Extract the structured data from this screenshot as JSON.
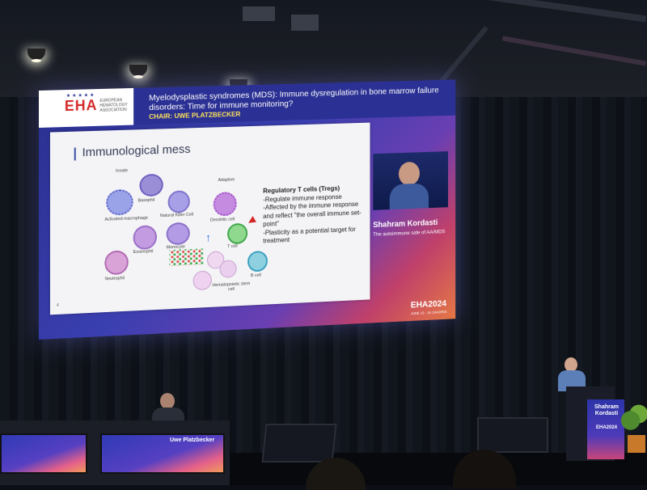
{
  "screen": {
    "logo": "EHA",
    "logo_sub": "EUROPEAN HEMATOLOGY ASSOCIATION",
    "title": "Myelodysplastic syndromes (MDS): Immune dysregulation in bone marrow failure disorders: Time for immune monitoring?",
    "chair": "CHAIR: UWE PLATZBECKER",
    "speaker_name": "Shahram Kordasti",
    "speaker_talk": "The autoimmune side of AA/MDS",
    "event": "EHA2024",
    "event_dates": "JUNE 13 - 16 | MADRID"
  },
  "slide": {
    "title": "Immunological mess",
    "labels": {
      "innate": "Innate",
      "adaptive": "Adaptive",
      "basophil": "Basophil",
      "nk": "Natural Killer Cell",
      "macrophage": "Activated macrophage",
      "dendritic": "Dendritic cell",
      "eosinophil": "Eosinophil",
      "monocyte": "Monocyte",
      "tcell": "T cell",
      "neutrophil": "Neutrophil",
      "bcell": "B cell",
      "stem": "Hematopoietic stem cell"
    },
    "treg_heading": "Regulatory T cells (Tregs)",
    "treg_lines": [
      "-Regulate immune response",
      "-Affected by the immune response and reflect \"the overall immune set-point\"",
      "-Plasticity as a potential target for treatment"
    ],
    "page_number": "4"
  },
  "podium": {
    "name": "Shahram Kordasti",
    "event": "EHA2024"
  },
  "desk": {
    "name": "Uwe Platzbecker"
  }
}
